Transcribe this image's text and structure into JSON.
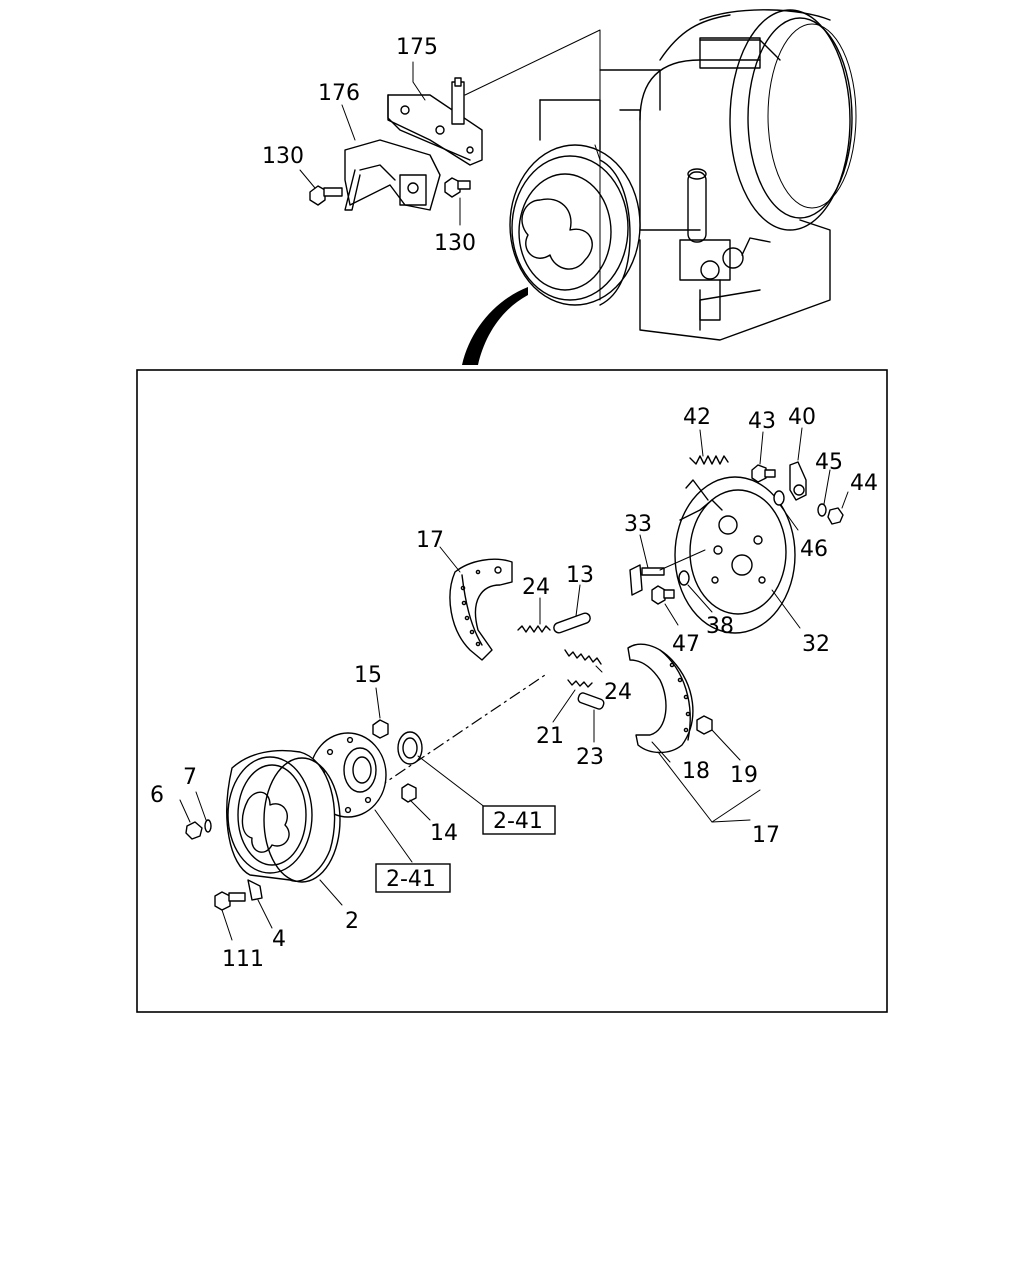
{
  "callouts": {
    "c175": "175",
    "c176": "176",
    "c130a": "130",
    "c130b": "130",
    "c42": "42",
    "c43": "43",
    "c40": "40",
    "c45": "45",
    "c44": "44",
    "c46": "46",
    "c33": "33",
    "c38": "38",
    "c47": "47",
    "c32": "32",
    "c17a": "17",
    "c24a": "24",
    "c13": "13",
    "c24b": "24",
    "c15": "15",
    "c21": "21",
    "c23": "23",
    "c18": "18",
    "c19": "19",
    "c17b": "17",
    "c6": "6",
    "c7": "7",
    "c14": "14",
    "c2": "2",
    "c4": "4",
    "c111": "111"
  },
  "references": {
    "ref_a": "2-41",
    "ref_b": "2-41"
  }
}
